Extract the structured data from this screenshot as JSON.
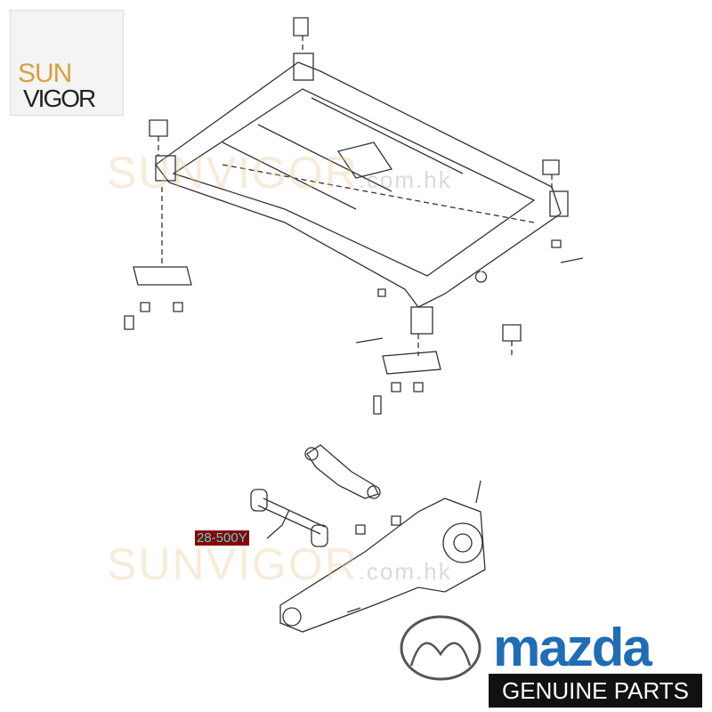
{
  "logo": {
    "sun": "SUN",
    "vigor": "VIGOR"
  },
  "watermark": {
    "brand": "SUNVIGOR",
    "suffix": ".com.hk"
  },
  "part_label": "28-500Y",
  "brand": {
    "name": "mazda",
    "tagline": "GENUINE PARTS",
    "color": "#1f6db5"
  }
}
